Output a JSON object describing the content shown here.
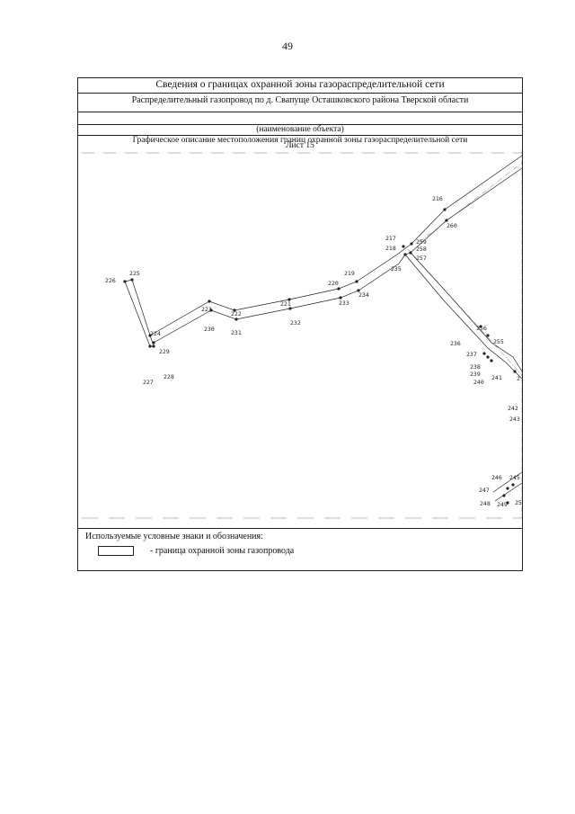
{
  "page_number": "49",
  "header": {
    "title": "Сведения о границах охранной зоны газораспределительной сети",
    "object_name": "Распределительный газопровод по д. Свапуще Осташковского района Тверской области",
    "object_caption": "(наименование объекта)",
    "section_title": "Графическое описание местоположения границ охранной зоны газораспределительной сети",
    "sheet": "Лист 15"
  },
  "map": {
    "point_labels": [
      {
        "id": "p216",
        "text": "216"
      },
      {
        "id": "p260",
        "text": "260"
      },
      {
        "id": "p217",
        "text": "217"
      },
      {
        "id": "p259",
        "text": "259"
      },
      {
        "id": "p218",
        "text": "218"
      },
      {
        "id": "p258",
        "text": "258"
      },
      {
        "id": "p257",
        "text": "257"
      },
      {
        "id": "p235",
        "text": "235"
      },
      {
        "id": "p219",
        "text": "219"
      },
      {
        "id": "p220",
        "text": "220"
      },
      {
        "id": "p234",
        "text": "234"
      },
      {
        "id": "p233",
        "text": "233"
      },
      {
        "id": "p221",
        "text": "221"
      },
      {
        "id": "p232",
        "text": "232"
      },
      {
        "id": "p222",
        "text": "222"
      },
      {
        "id": "p231",
        "text": "231"
      },
      {
        "id": "p223",
        "text": "223"
      },
      {
        "id": "p230",
        "text": "230"
      },
      {
        "id": "p224",
        "text": "224"
      },
      {
        "id": "p229",
        "text": "229"
      },
      {
        "id": "p225",
        "text": "225"
      },
      {
        "id": "p226",
        "text": "226"
      },
      {
        "id": "p227",
        "text": "227"
      },
      {
        "id": "p228",
        "text": "228"
      },
      {
        "id": "p256",
        "text": "256"
      },
      {
        "id": "p236",
        "text": "236"
      },
      {
        "id": "p255",
        "text": "255"
      },
      {
        "id": "p237",
        "text": "237"
      },
      {
        "id": "p238",
        "text": "238"
      },
      {
        "id": "p239",
        "text": "239"
      },
      {
        "id": "p241",
        "text": "241"
      },
      {
        "id": "p240",
        "text": "240"
      },
      {
        "id": "p242",
        "text": "242"
      },
      {
        "id": "p243",
        "text": "243"
      },
      {
        "id": "p246",
        "text": "246"
      },
      {
        "id": "p245",
        "text": "245"
      },
      {
        "id": "p247",
        "text": "247"
      },
      {
        "id": "p248",
        "text": "248"
      },
      {
        "id": "p249",
        "text": "249"
      },
      {
        "id": "p25x",
        "text": "25"
      },
      {
        "id": "p2x",
        "text": "2"
      }
    ]
  },
  "legend": {
    "title": "Используемые условные знаки и обозначения:",
    "items": [
      {
        "label": "- граница охранной зоны газопровода"
      }
    ]
  }
}
